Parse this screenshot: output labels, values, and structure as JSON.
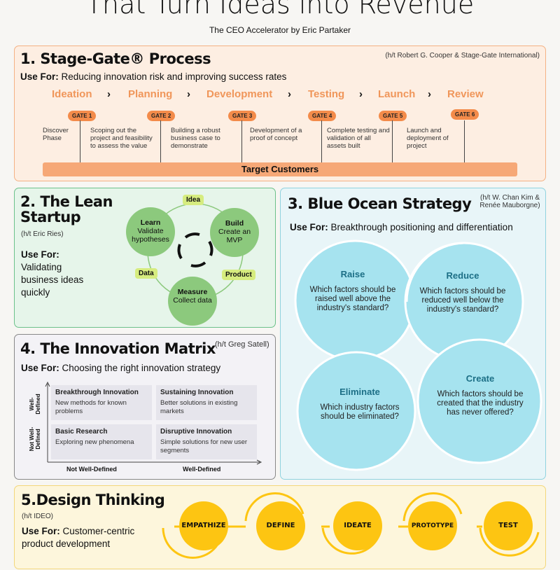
{
  "header": {
    "title": "That Turn Ideas into Revenue",
    "subtitle": "The CEO Accelerator by Eric Partaker"
  },
  "colors": {
    "stage_gate": "#f38b4a",
    "lean": "#8cc97d",
    "blue_ocean": "#a6e3ef",
    "matrix": "#e6e5ec",
    "design": "#fdc512"
  },
  "stage_gate": {
    "title": "1. Stage-Gate® Process",
    "ht": "(h/t Robert G. Cooper & Stage-Gate International)",
    "use_label": "Use For:",
    "use_text": " Reducing innovation risk and improving success rates",
    "stages": [
      "Ideation",
      "Planning",
      "Development",
      "Testing",
      "Launch",
      "Review"
    ],
    "chevron": "›",
    "gates": [
      "GATE 1",
      "GATE 2",
      "GATE 3",
      "GATE 4",
      "GATE 5",
      "GATE 6"
    ],
    "descriptions": [
      "Discover Phase",
      "Scoping out the project and feasibility to assess the value",
      "Building a robust business case to demonstrate",
      "Development of a proof of concept",
      "Complete testing and validation of all assets built",
      "Launch and deployment of project"
    ],
    "bar": "Target Customers"
  },
  "lean": {
    "title": "2. The Lean Startup",
    "ht": "(h/t Eric Ries)",
    "use_label": "Use For:",
    "use_text": "Validating business ideas quickly",
    "nodes": [
      {
        "title": "Learn",
        "text": "Validate hypotheses"
      },
      {
        "title": "Build",
        "text": "Create an MVP"
      },
      {
        "title": "Measure",
        "text": "Collect data"
      }
    ],
    "tags": [
      "Idea",
      "Product",
      "Data"
    ]
  },
  "blue_ocean": {
    "title": "3. Blue Ocean Strategy",
    "ht": "(h/t W. Chan Kim & Renée Mauborgne)",
    "use_label": "Use For:",
    "use_text": " Breakthrough positioning and differentiation",
    "quadrants": [
      {
        "title": "Raise",
        "text": "Which factors should be raised well above the industry's standard?"
      },
      {
        "title": "Reduce",
        "text": "Which factors should be reduced well below the industry's standard?"
      },
      {
        "title": "Eliminate",
        "text": "Which industry factors should be eliminated?"
      },
      {
        "title": "Create",
        "text": "Which factors should be created that the industry has never offered?"
      }
    ]
  },
  "matrix": {
    "title": "4. The Innovation Matrix",
    "ht": "(h/t Greg Satell)",
    "use_label": "Use For:",
    "use_text": " Choosing the right innovation strategy",
    "y_labels": [
      "Well-Defined",
      "Not Well-Defined"
    ],
    "x_labels": [
      "Not Well-Defined",
      "Well-Defined"
    ],
    "cells": [
      {
        "title": "Breakthrough Innovation",
        "text": "New methods for known problems"
      },
      {
        "title": "Sustaining Innovation",
        "text": "Better solutions in existing markets"
      },
      {
        "title": "Basic Research",
        "text": "Exploring new phenomena"
      },
      {
        "title": "Disruptive Innovation",
        "text": "Simple solutions for new user segments"
      }
    ]
  },
  "design": {
    "title": "5.Design Thinking",
    "ht": "(h/t IDEO)",
    "use_label": "Use For:",
    "use_text": " Customer-centric product development",
    "steps": [
      "EMPATHIZE",
      "DEFINE",
      "IDEATE",
      "PROTOTYPE",
      "TEST"
    ]
  }
}
